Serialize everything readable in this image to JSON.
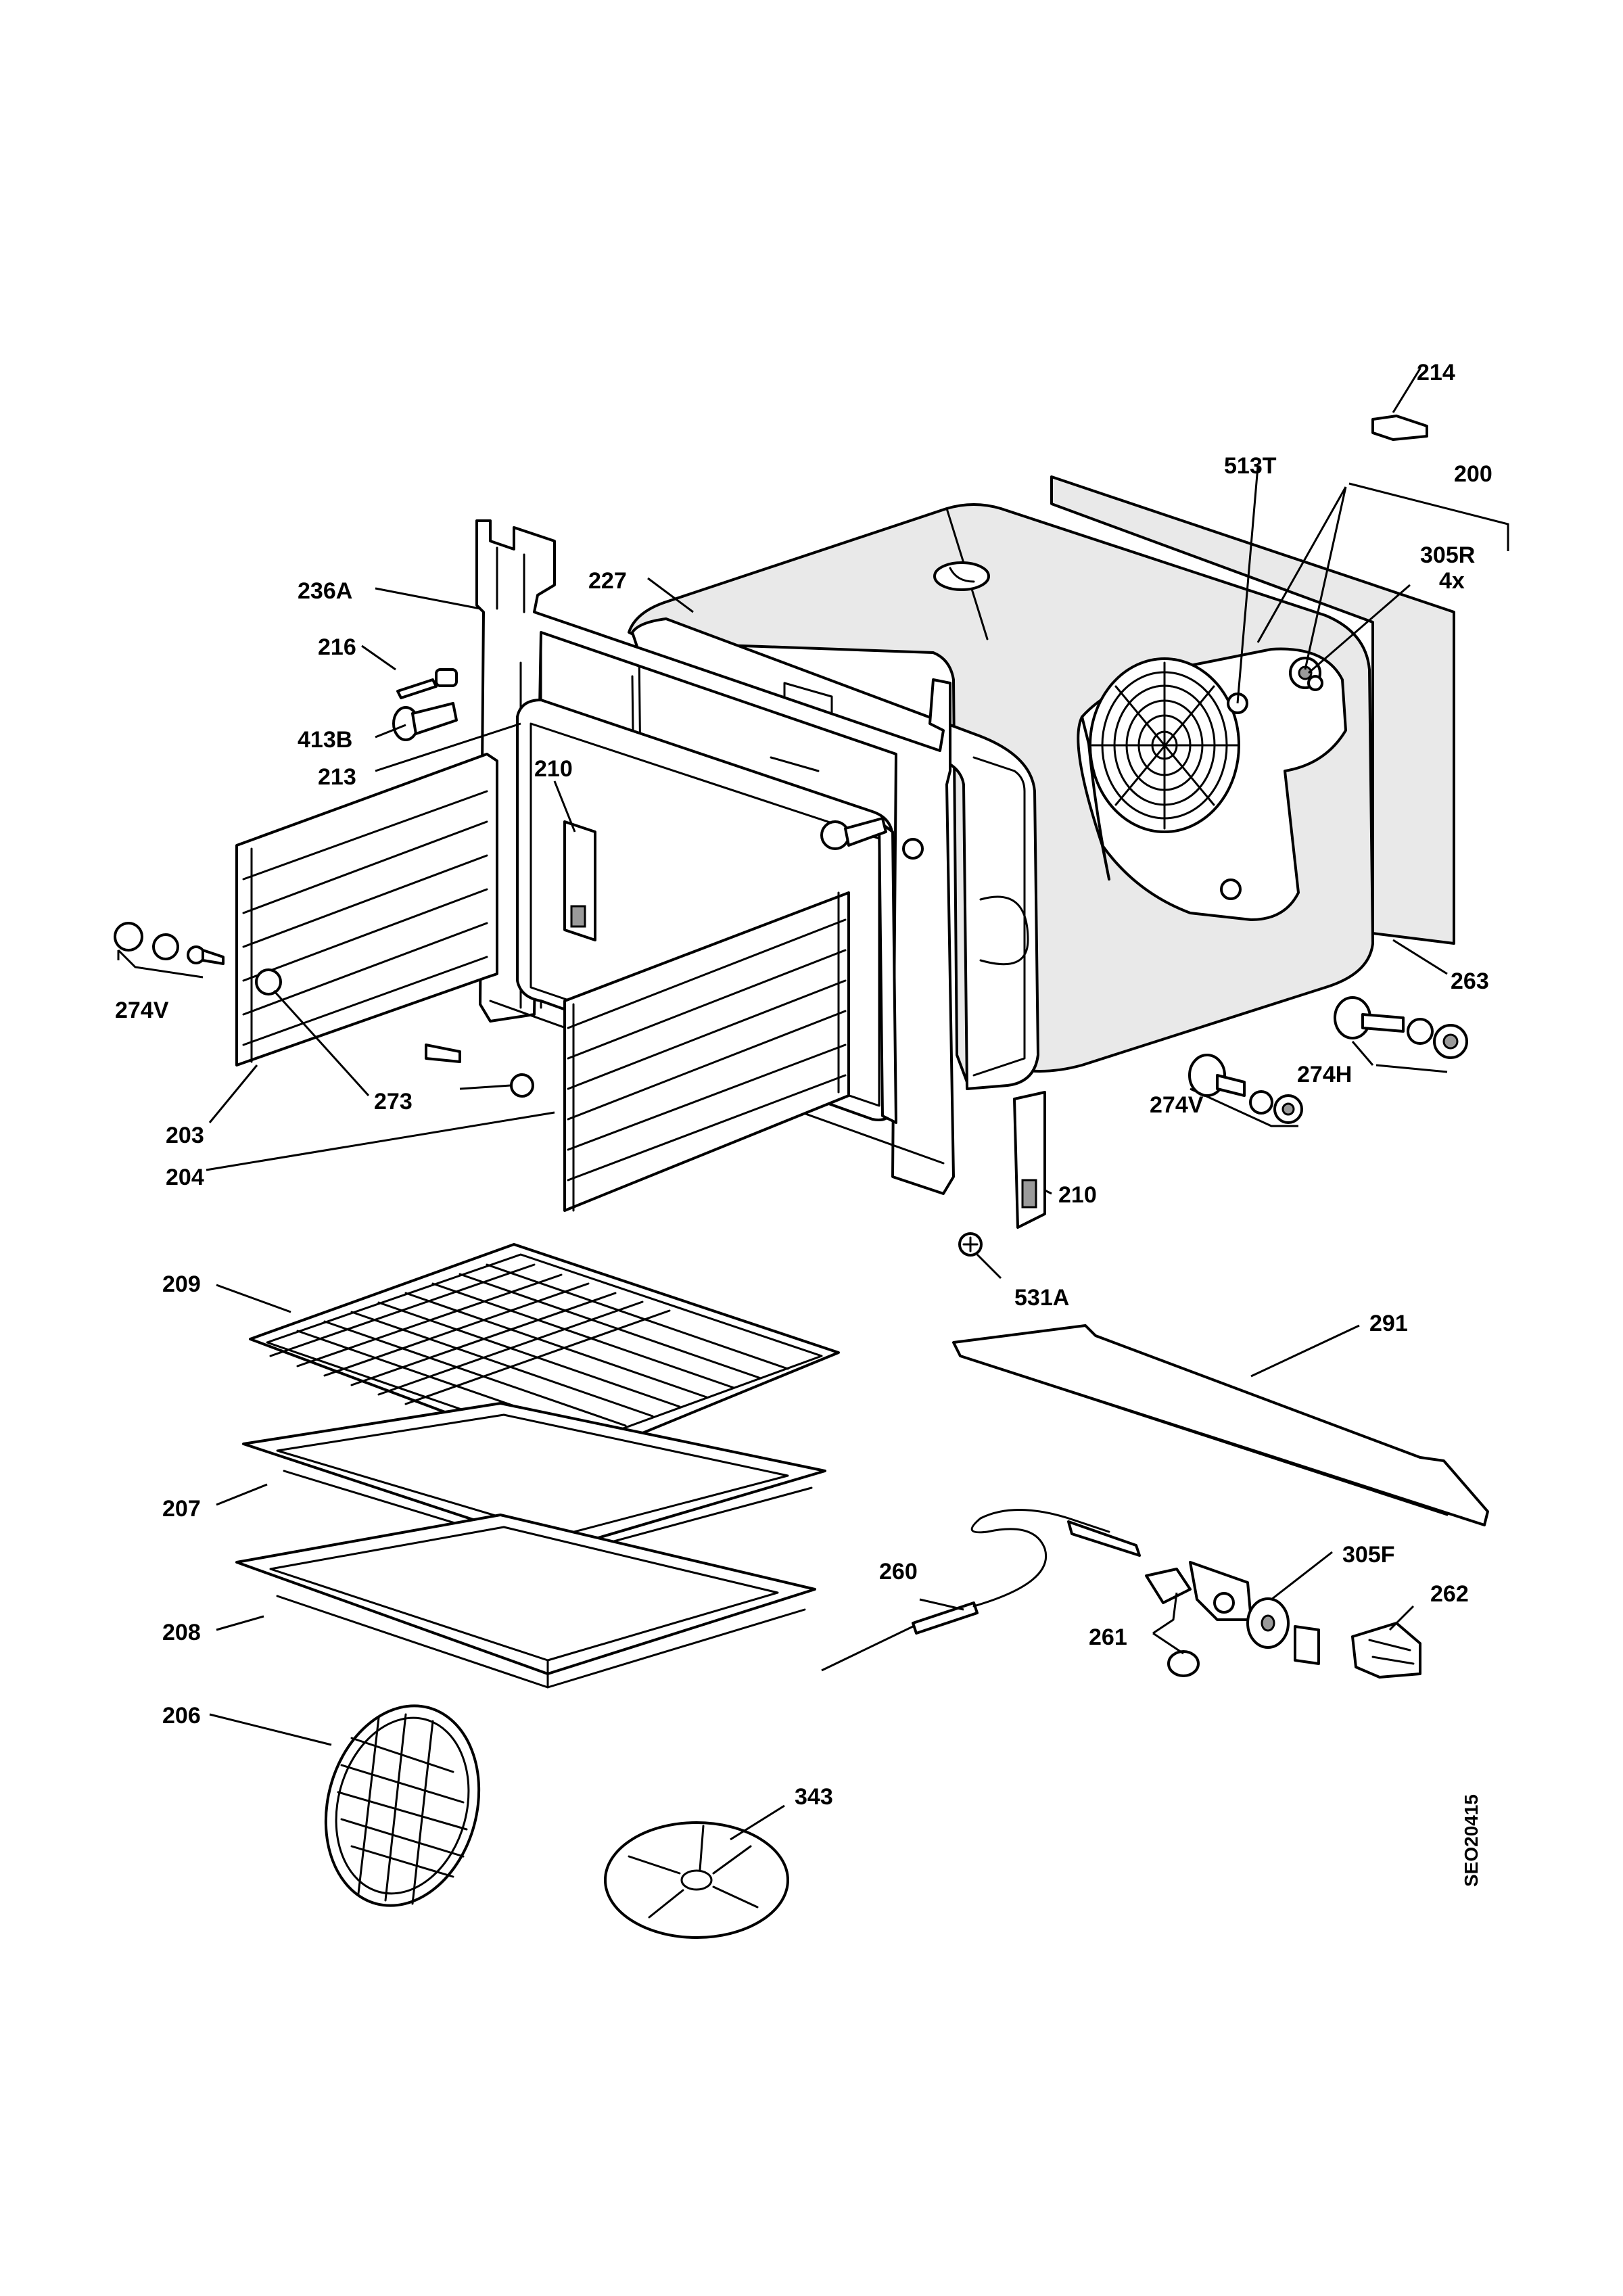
{
  "diagram": {
    "drawing_code": "SEO20415",
    "labels": {
      "p214": "214",
      "p513T": "513T",
      "p200": "200",
      "p305R": "305R",
      "p305R_qty": "4x",
      "p227": "227",
      "p236A": "236A",
      "p216": "216",
      "p413B": "413B",
      "p213": "213",
      "p210_top": "210",
      "p274V_left": "274V",
      "p263": "263",
      "p274H": "274H",
      "p274V_right": "274V",
      "p273": "273",
      "p203": "203",
      "p204": "204",
      "p210_bottom": "210",
      "p531A": "531A",
      "p209": "209",
      "p291": "291",
      "p207": "207",
      "p260": "260",
      "p305F": "305F",
      "p262": "262",
      "p261": "261",
      "p208": "208",
      "p206": "206",
      "p343": "343"
    }
  }
}
